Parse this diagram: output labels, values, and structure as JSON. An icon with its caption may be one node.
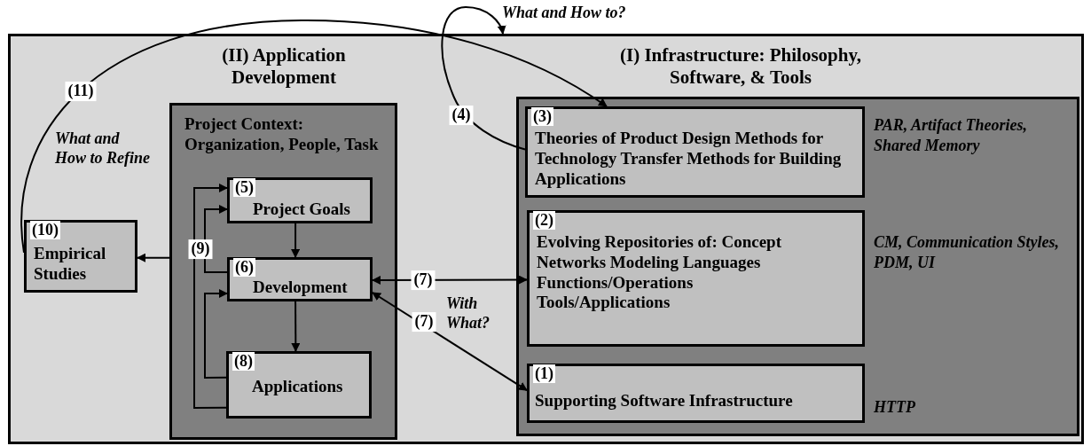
{
  "diagram": {
    "nodes": [
      {
        "text": [],
        "shape": "box"
      },
      {
        "text": [
          "(II) Application Development",
          "Project Context: Organization, People, Task"
        ],
        "in": 0
      },
      {
        "text": [
          "(5)",
          "Project Goals"
        ],
        "in": 1
      },
      {
        "text": [
          "(6)",
          "Development"
        ],
        "in": 1
      },
      {
        "text": [
          "(8)",
          "Applications"
        ],
        "in": 1
      },
      {
        "text": [
          "(10)",
          "Empirical Studies"
        ],
        "in": 0
      },
      {
        "text": [
          "(I) Infrastructure: Philosophy, Software, & Tools"
        ],
        "in": 0
      },
      {
        "text": [
          "(3)",
          "Theories of Product Design Methods for Technology Transfer Methods for Building Applications"
        ],
        "beside": [
          "PAR, Artifact Theories, Shared Memory"
        ],
        "in": 6
      },
      {
        "text": [
          "(2)",
          "Evolving Repositories of: Concept Networks Modeling Languages Functions/Operations Tools/Applications"
        ],
        "beside": [
          "CM, Communication Styles, PDM, UI"
        ],
        "in": 6
      },
      {
        "text": [
          "(1)",
          "Supporting Software Infrastructure"
        ],
        "beside": [
          "HTTP"
        ],
        "in": 6
      }
    ],
    "edges": [
      {
        "from": 2,
        "to": 3,
        "arrow": "to"
      },
      {
        "from": 3,
        "to": 4,
        "arrow": "to"
      },
      {
        "from": 4,
        "to": 2,
        "arrow": "to"
      },
      {
        "from": 4,
        "to": 3,
        "arrow": "to"
      },
      {
        "from": 3,
        "to": 2,
        "arrow": "to"
      },
      {
        "from": 1,
        "to": 5,
        "arrow": "to",
        "label": "(9)"
      },
      {
        "from": 5,
        "to": 7,
        "arrow": "to",
        "label": "(11)"
      },
      {
        "from": 7,
        "to": 0,
        "arrow": "to",
        "label": "(4)"
      },
      {
        "from": 3,
        "to": 8,
        "arrow": "both",
        "label": "(7)"
      },
      {
        "from": 3,
        "to": 9,
        "arrow": "both",
        "label": "(7)"
      }
    ],
    "labels": [
      "What and How to?",
      "What and How to Refine",
      "With What?"
    ]
  }
}
